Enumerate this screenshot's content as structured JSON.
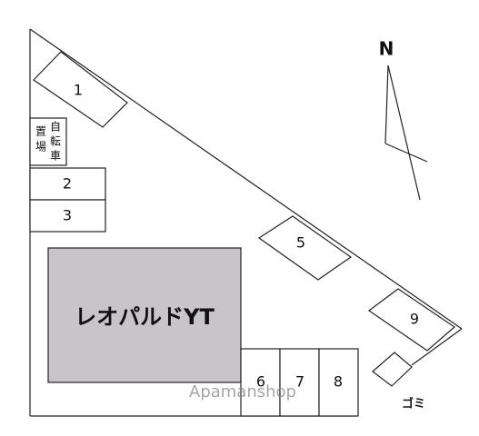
{
  "compass": {
    "label": "N"
  },
  "building": {
    "name": "レオパルドYT",
    "fill": "#c8c5c8"
  },
  "bicycle_parking": {
    "lines": [
      "置場",
      "自転車"
    ]
  },
  "parking_spaces": {
    "s1": "1",
    "s2": "2",
    "s3": "3",
    "s5": "5",
    "s6": "6",
    "s7": "7",
    "s8": "8",
    "s9": "9"
  },
  "garbage": {
    "label": "ゴミ"
  },
  "watermark": {
    "text": "Apamanshop"
  }
}
